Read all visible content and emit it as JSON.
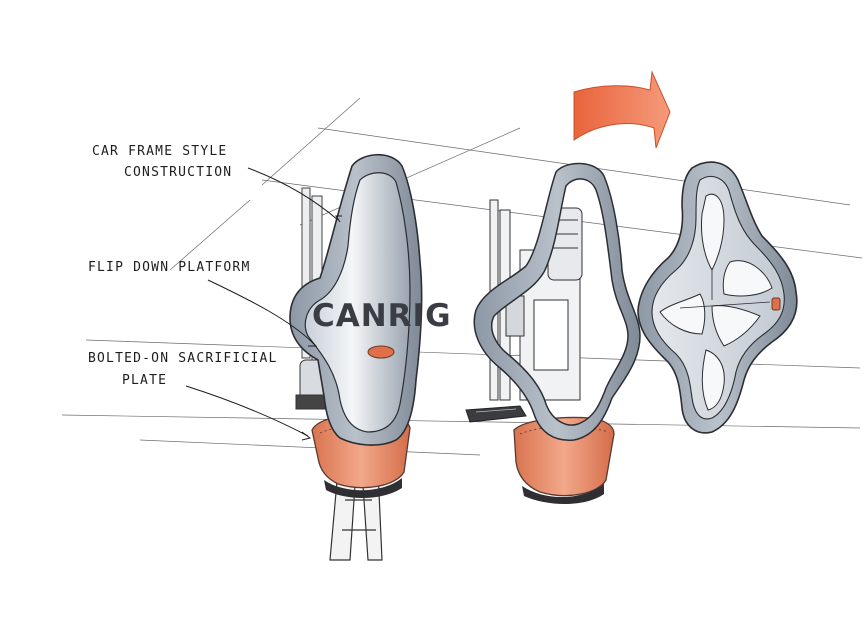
{
  "callouts": {
    "frame_line1": "Car frame style",
    "frame_line2": "construction",
    "platform": "Flip down platform",
    "plate_line1": "Bolted-on sacrificial",
    "plate_line2": "plate"
  },
  "brand_logo": "CANRIG",
  "colors": {
    "arrow_orange": "#f07a52",
    "plate_orange": "#e8896c",
    "body_grey": "#a8b1bc",
    "ink": "#1e1e1e"
  }
}
